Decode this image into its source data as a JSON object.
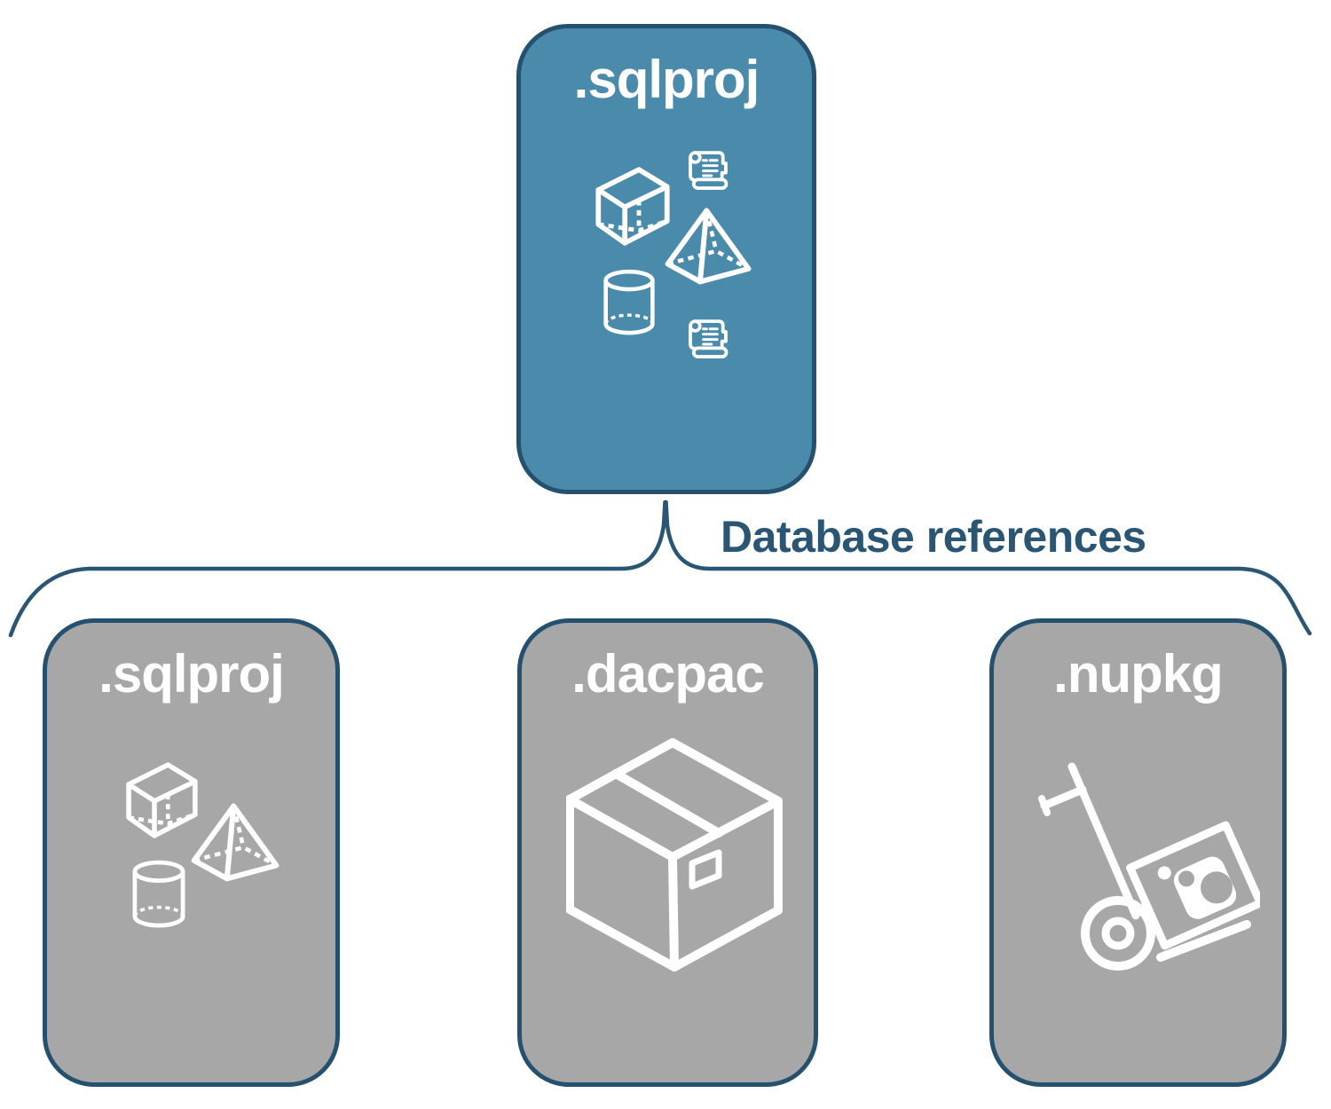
{
  "parent_box": {
    "label": ".sqlproj",
    "fill": "#4a8bab",
    "icons": [
      "scroll-icon",
      "cube-icon",
      "pyramid-icon",
      "cylinder-icon",
      "scroll-icon"
    ]
  },
  "connector": {
    "label": "Database references",
    "color": "#2a5674"
  },
  "child_boxes": [
    {
      "label": ".sqlproj",
      "fill": "#a7a7a7",
      "icons": [
        "cube-icon",
        "pyramid-icon",
        "cylinder-icon"
      ]
    },
    {
      "label": ".dacpac",
      "fill": "#a7a7a7",
      "icons": [
        "package-box-icon"
      ]
    },
    {
      "label": ".nupkg",
      "fill": "#a7a7a7",
      "icons": [
        "nuget-dolly-icon"
      ]
    }
  ],
  "colors": {
    "card_border": "#25506e",
    "icon_stroke": "#ffffff",
    "background": "#ffffff"
  }
}
